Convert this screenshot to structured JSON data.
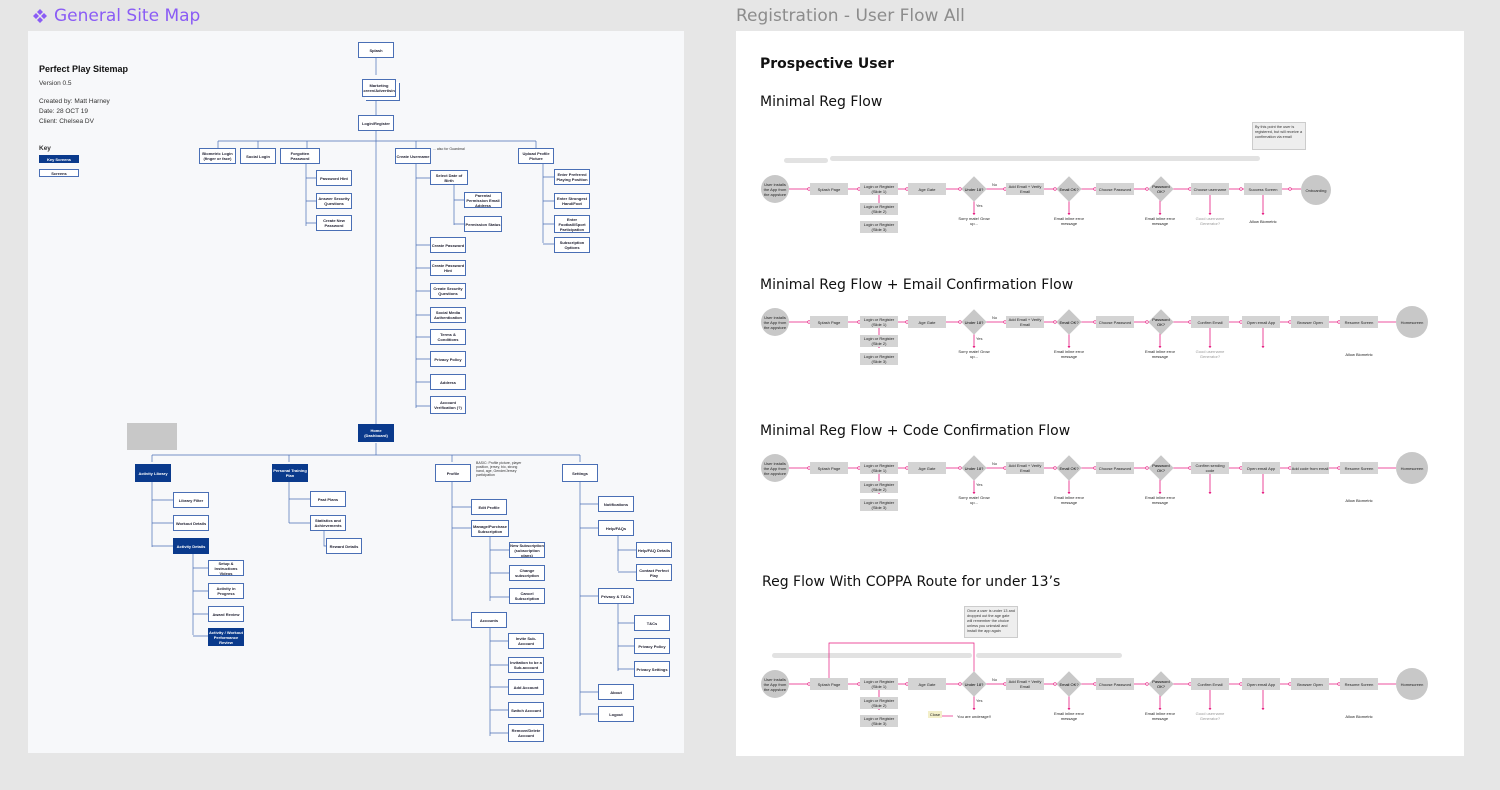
{
  "frames": {
    "sitemap_title": "General Site Map",
    "regflow_title": "Registration - User Flow All"
  },
  "sitemap": {
    "title": "Perfect Play Sitemap",
    "version": "Version 0.5",
    "created_by": "Created by: Matt Harney",
    "date": "Date: 28 OCT 19",
    "client": "Client: Chelsea DV",
    "key_label": "Key",
    "key_items": [
      "Key Screens",
      "Screens"
    ],
    "side_note": "... also for Guardmal",
    "profile_note": "BASIC: Profile picture, player position, jersey, bio, strong hand, age, Gender/Jersey participation",
    "nodes": {
      "splash": "Splash",
      "marketing": "Marketing Screen/Advertising",
      "login_register": "Login/Register",
      "biometric": "Biometric Login (finger or face)",
      "social": "Social Login",
      "forgotten": "Forgotten Password",
      "password_hint": "Password Hint",
      "answer_security": "Answer Security Questions",
      "create_new": "Create New Password",
      "create_username": "Create Username",
      "select_dob": "Select Date of Birth",
      "parental": "Parental Permission Email Address",
      "permission_status": "Permission Status",
      "create_password": "Create Password",
      "create_password_hint": "Create Password Hint",
      "create_security": "Create Security Questions",
      "social_auth": "Social Media Authentication",
      "terms": "Terms & Conditions",
      "privacy1": "Privacy Policy",
      "address": "Address",
      "account_verif": "Account Verification (?)",
      "upload_pic": "Upload Profile Picture",
      "enter_position": "Enter Preferred Playing Position",
      "enter_hand": "Enter Strongest Hand/Foot",
      "enter_football": "Enter Football/Sport Participation",
      "subscription": "Subscription Options",
      "home": "Home (Dashboard)",
      "activity_library": "Activity Library",
      "library_filter": "Library Filter",
      "workout_details": "Workout Details",
      "activity_details": "Activity Details",
      "setup": "Setup & Instructions Videos",
      "activity_progress": "Activity in Progress",
      "award_review": "Award Review",
      "activity_workout": "Activity / Workout Performance Review",
      "personal_training": "Personal Training Plan",
      "past_plans": "Past Plans",
      "statistics": "Statistics and Achievements",
      "reward_details": "Reward Details",
      "profile": "Profile",
      "edit_profile": "Edit Profile",
      "manage_purchase": "Manage/Purchase Subscription",
      "new_subscription": "New Subscription (subscription plans)",
      "change_subscription": "Change subscription",
      "cancel_subscription": "Cancel Subscription",
      "accounts": "Accounts",
      "invite_sub": "Invite Sub-Account",
      "invitation": "Invitation to be a Sub-account",
      "add_account": "Add Account",
      "switch_account": "Switch Account",
      "remove_account": "Remove/Delete Account",
      "settings": "Settings",
      "notifications": "Notifications",
      "help_faq": "Help/FAQs",
      "help_details": "Help/FAQ Details",
      "contact": "Contact Perfect Play",
      "privacy_tcs": "Privacy & T&Cs",
      "tcs": "T&Cs",
      "privacy2": "Privacy Policy",
      "privacy_settings": "Privacy Settings",
      "about": "About",
      "logout": "Logout"
    }
  },
  "regflow": {
    "heading": "Prospective User",
    "flows": [
      {
        "title": "Minimal Reg Flow"
      },
      {
        "title": "Minimal Reg Flow + Email Confirmation Flow"
      },
      {
        "title": "Minimal Reg Flow + Code Confirmation Flow"
      },
      {
        "title": "Reg Flow With COPPA Route for under 13’s"
      }
    ],
    "labels": {
      "start": "User installs the App from the appstore",
      "splash": "Splash Page",
      "login1": "Login or Register (Slide 1)",
      "login2": "Login or Register (Slide 2)",
      "login3": "Login or Register (Slide 3)",
      "age_gate": "Age Gate",
      "under18": "Under 18?",
      "no": "No",
      "yes": "Yes",
      "sorry": "Sorry mate! Grow up...",
      "add_email": "Add Email + Verify Email",
      "email_ok": "Email OK?",
      "email_inline": "Email inline error message",
      "choose_password": "Choose Password",
      "password_ok": "Password OK?",
      "password_inline": "Email inline error message",
      "choose_username": "Choose username",
      "good_username": "Good username Generator?",
      "success": "Success Screen",
      "allow": "Allow Biometric",
      "onboarding": "Onboarding",
      "confirm_email": "Confirm Email",
      "open_email": "Open email App",
      "browser_open": "Browser Open",
      "resume": "Resume Screen",
      "homescreen": "Homescreen",
      "confirm_code": "Confirm sending code",
      "add_code": "Add code from email",
      "you_are_underage": "You are underage!!",
      "close": "Close"
    },
    "notes": {
      "registered": "By this point the user is registered, but will receive a confirmation via email",
      "coppa": "Once a user is under 13 and dropped out the age gate will remember the choice unless you uninstall and install the app again"
    },
    "accent": "#e6197f"
  }
}
